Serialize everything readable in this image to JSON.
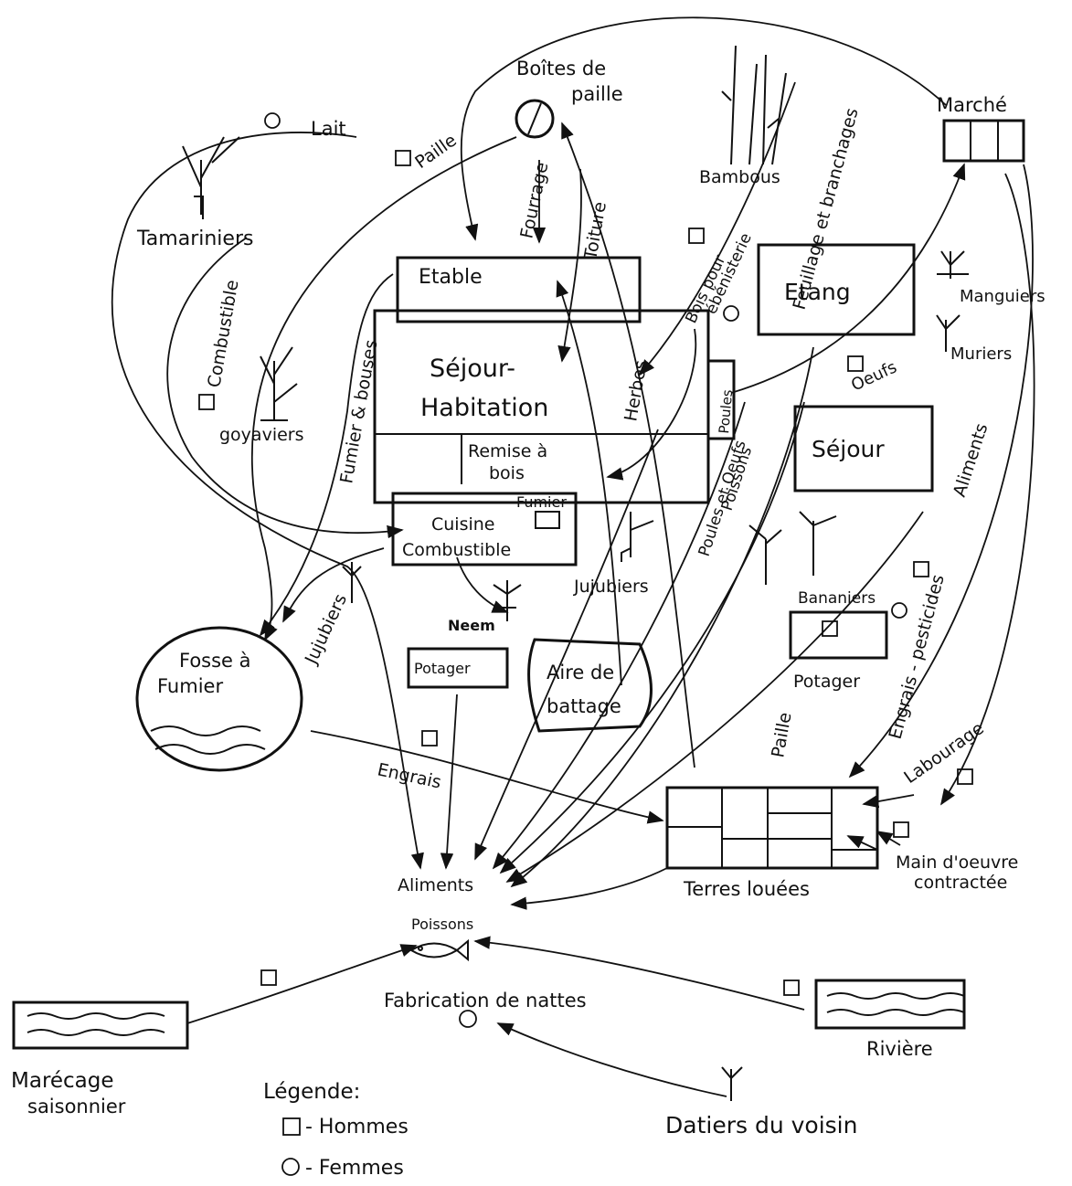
{
  "labels": {
    "boites_paille": [
      "Boîtes de",
      "paille"
    ],
    "marche": "Marché",
    "bambous": "Bambous",
    "feuillage": "Feuillage et branchages",
    "lait": "Lait",
    "paille_top": "Paille",
    "fourrage": "Fourrage",
    "toiture": "Toiture",
    "tamariniers": "Tamariniers",
    "bois_ebenisterie": [
      "Bois pour",
      "ébénisterie"
    ],
    "etable": "Etable",
    "etang": "Etang",
    "manguiers": "Manguiers",
    "muriers": "Muriers",
    "sejour_habitation": [
      "Séjour-",
      "Habitation"
    ],
    "combustible_left": "Combustible",
    "fumier_bouses": "Fumier & bouses",
    "goyaviers": "goyaviers",
    "herbes": "Herbes",
    "poules": "Poules",
    "oeufs": "Oeufs",
    "remise_bois": [
      "Remise à",
      "bois"
    ],
    "sejour": "Séjour",
    "poules_oeufs": "Poules et Oeufs",
    "poissons_v": "Poissons",
    "aliments_right": "Aliments",
    "fumier_small": "Fumier",
    "cuisine": "Cuisine",
    "combustible_kitchen": "Combustible",
    "jujubiers_a": "Jujubiers",
    "jujubiers_b": "Jujubiers",
    "neem": "Neem",
    "bananiers": "Bananiers",
    "engrais_pesticides": "Engrais - pesticides",
    "fosse_fumier": [
      "Fosse à",
      "Fumier"
    ],
    "potager_a": "Potager",
    "aire_battage": [
      "Aire de",
      "battage"
    ],
    "potager_b": "Potager",
    "paille_bottom": "Paille",
    "labourage": "Labourage",
    "engrais": "Engrais",
    "aliments_center": "Aliments",
    "terres_louees": "Terres louées",
    "main_oeuvre": [
      "Main d'oeuvre",
      "contractée"
    ],
    "poissons_center": "Poissons",
    "fabrication_nattes": "Fabrication de nattes",
    "marecage": [
      "Marécage",
      "saisonnier"
    ],
    "riviere": "Rivière",
    "datiers": "Datiers du voisin"
  },
  "legend": {
    "title": "Légende:",
    "hommes": "- Hommes",
    "femmes": "- Femmes"
  }
}
